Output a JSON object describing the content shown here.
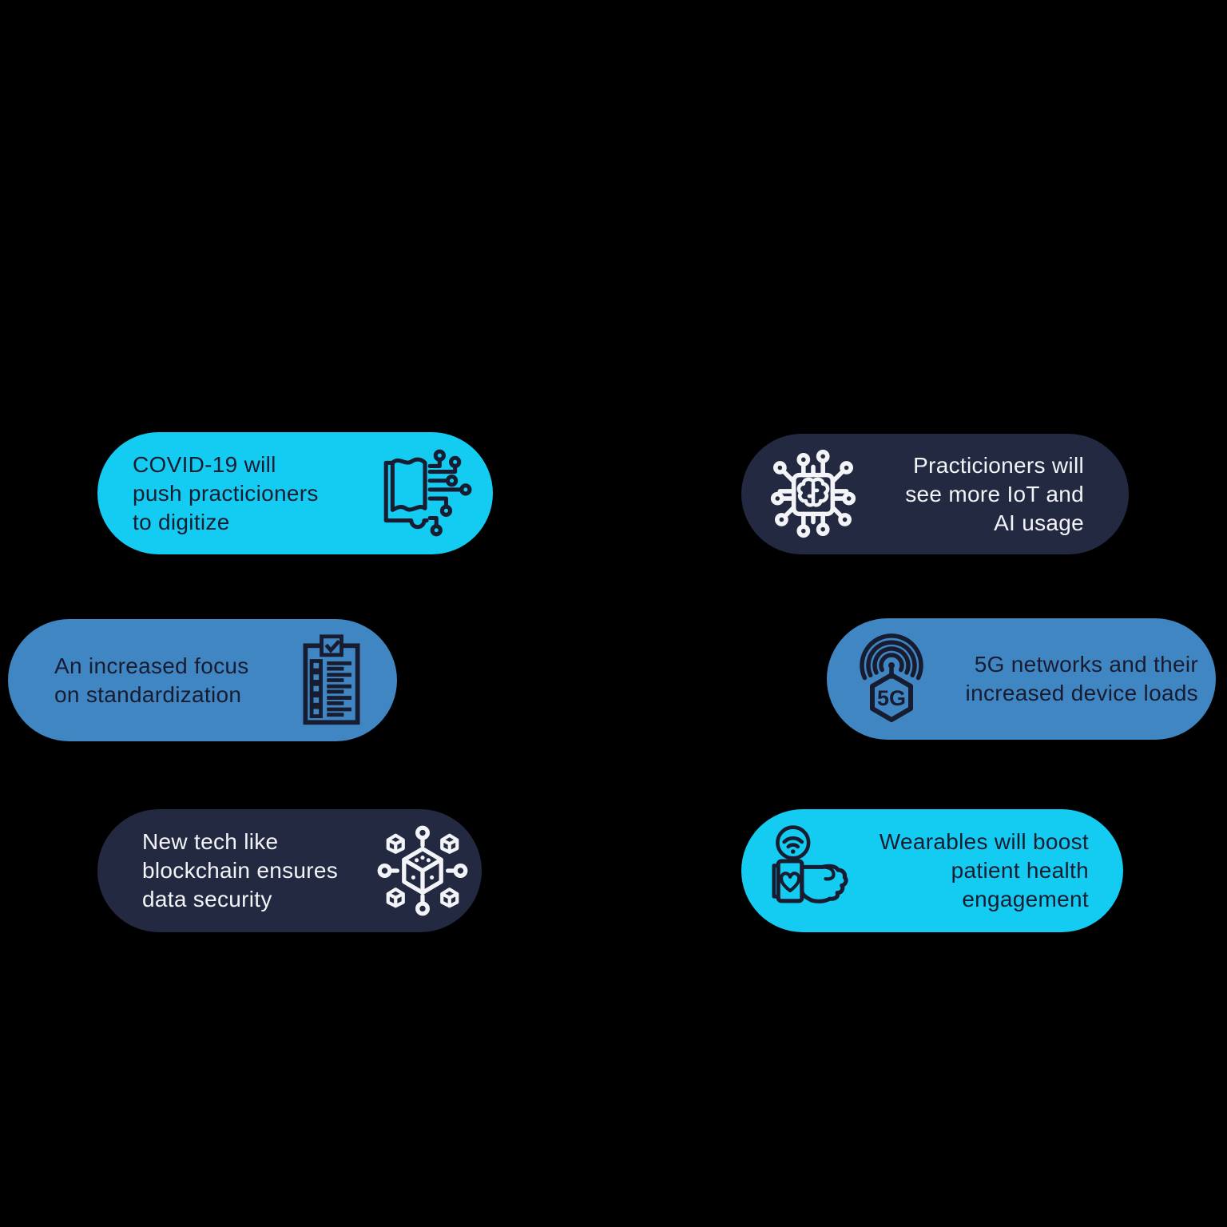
{
  "page": {
    "background": "#000000"
  },
  "cards": [
    {
      "name": "covid-digitize",
      "lines": [
        "COVID-19 will",
        "push practicioners",
        "to digitize"
      ],
      "bg_color": "#14CBF2",
      "text_color": "#181C30",
      "icon": "digital-book-icon",
      "icon_side": "right",
      "text_align": "left"
    },
    {
      "name": "standardization",
      "lines": [
        "An increased focus",
        "on standardization"
      ],
      "bg_color": "#4086C3",
      "text_color": "#181C30",
      "icon": "checklist-icon",
      "icon_side": "right",
      "text_align": "left"
    },
    {
      "name": "blockchain-security",
      "lines": [
        "New tech like",
        "blockchain ensures",
        "data security"
      ],
      "bg_color": "#242942",
      "text_color": "#F3F4F8",
      "icon": "blockchain-icon",
      "icon_side": "right",
      "text_align": "left"
    },
    {
      "name": "iot-ai",
      "lines": [
        "Practicioners will",
        "see more IoT and",
        "AI usage"
      ],
      "bg_color": "#242942",
      "text_color": "#F3F4F8",
      "icon": "ai-chip-icon",
      "icon_side": "left",
      "text_align": "right"
    },
    {
      "name": "5g-networks",
      "lines": [
        "5G networks and their",
        "increased device loads"
      ],
      "bg_color": "#4086C3",
      "text_color": "#181C30",
      "icon": "5g-icon",
      "icon_side": "left",
      "text_align": "right"
    },
    {
      "name": "wearables",
      "lines": [
        "Wearables will boost",
        "patient health",
        "engagement"
      ],
      "bg_color": "#14CBF2",
      "text_color": "#181C30",
      "icon": "smartwatch-icon",
      "icon_side": "left",
      "text_align": "right"
    }
  ],
  "icon_labels": {
    "badge_5g": "5G"
  }
}
